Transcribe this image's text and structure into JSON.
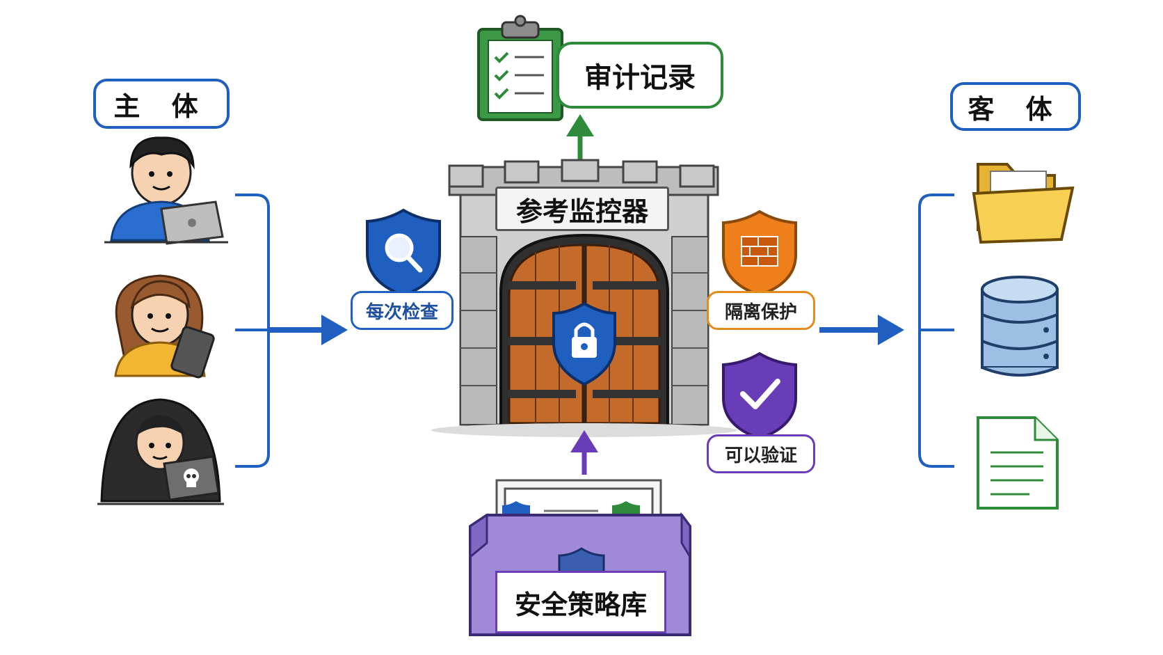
{
  "labels": {
    "subject": "主 体",
    "object": "客 体",
    "audit": "审计记录",
    "monitor": "参考监控器",
    "check": "每次检查",
    "isolate": "隔离保护",
    "verify": "可以验证",
    "policy": "安全策略库"
  },
  "icons": {
    "subjects": [
      "user-laptop-icon",
      "user-tablet-icon",
      "hacker-laptop-icon"
    ],
    "objects": [
      "folder-icon",
      "database-icon",
      "document-icon"
    ],
    "shields": [
      "search-shield-icon",
      "brick-wall-shield-icon",
      "check-shield-icon",
      "lock-shield-icon"
    ],
    "audit": "clipboard-checklist-icon"
  },
  "colors": {
    "blue": "#1f5fbf",
    "green": "#2e8b3a",
    "orange": "#e38b1c",
    "purple": "#6a3db8"
  }
}
